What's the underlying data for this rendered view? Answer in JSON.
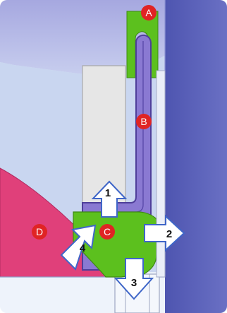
{
  "colors": {
    "background_top": "#a6a8e0",
    "background_upper_light": "#bcc9ec",
    "background_lower": "#eef3fb",
    "wall_blue": "#5a60b8",
    "grey_block": "#e6e6e6",
    "green_part": "#5cc01e",
    "purple_seal": "#8a79d2",
    "pink_region": "#e0407a",
    "marker_red": "#e02424",
    "arrow_fill": "#ffffff",
    "arrow_stroke": "#3f66c8"
  },
  "markers": {
    "a": "A",
    "b": "B",
    "c": "C",
    "d": "D"
  },
  "arrows": {
    "one": "1",
    "two": "2",
    "three": "3",
    "four": "4"
  }
}
